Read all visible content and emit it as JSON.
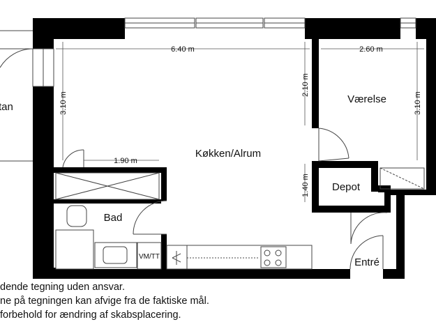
{
  "rooms": {
    "kitchen": "Køkken/Alrum",
    "room": "Værelse",
    "bath": "Bad",
    "storage": "Depot",
    "entry": "Entré",
    "altan_partial": "tan"
  },
  "fixtures": {
    "washer_dryer": "VM/TT"
  },
  "dimensions": {
    "kitchen_width": "6.40 m",
    "room_width": "2.60 m",
    "kitchen_left_depth": "3.10 m",
    "kitchen_right_upper": "2.10 m",
    "kitchen_right_lower": "1.40 m",
    "room_depth": "3.10 m",
    "bath_width": "1.90 m"
  },
  "disclaimer": {
    "line1": "dende tegning uden ansvar.",
    "line2": "ne på tegningen kan afvige fra de faktiske mål.",
    "line3": "forbehold for ændring af skabsplacering."
  }
}
